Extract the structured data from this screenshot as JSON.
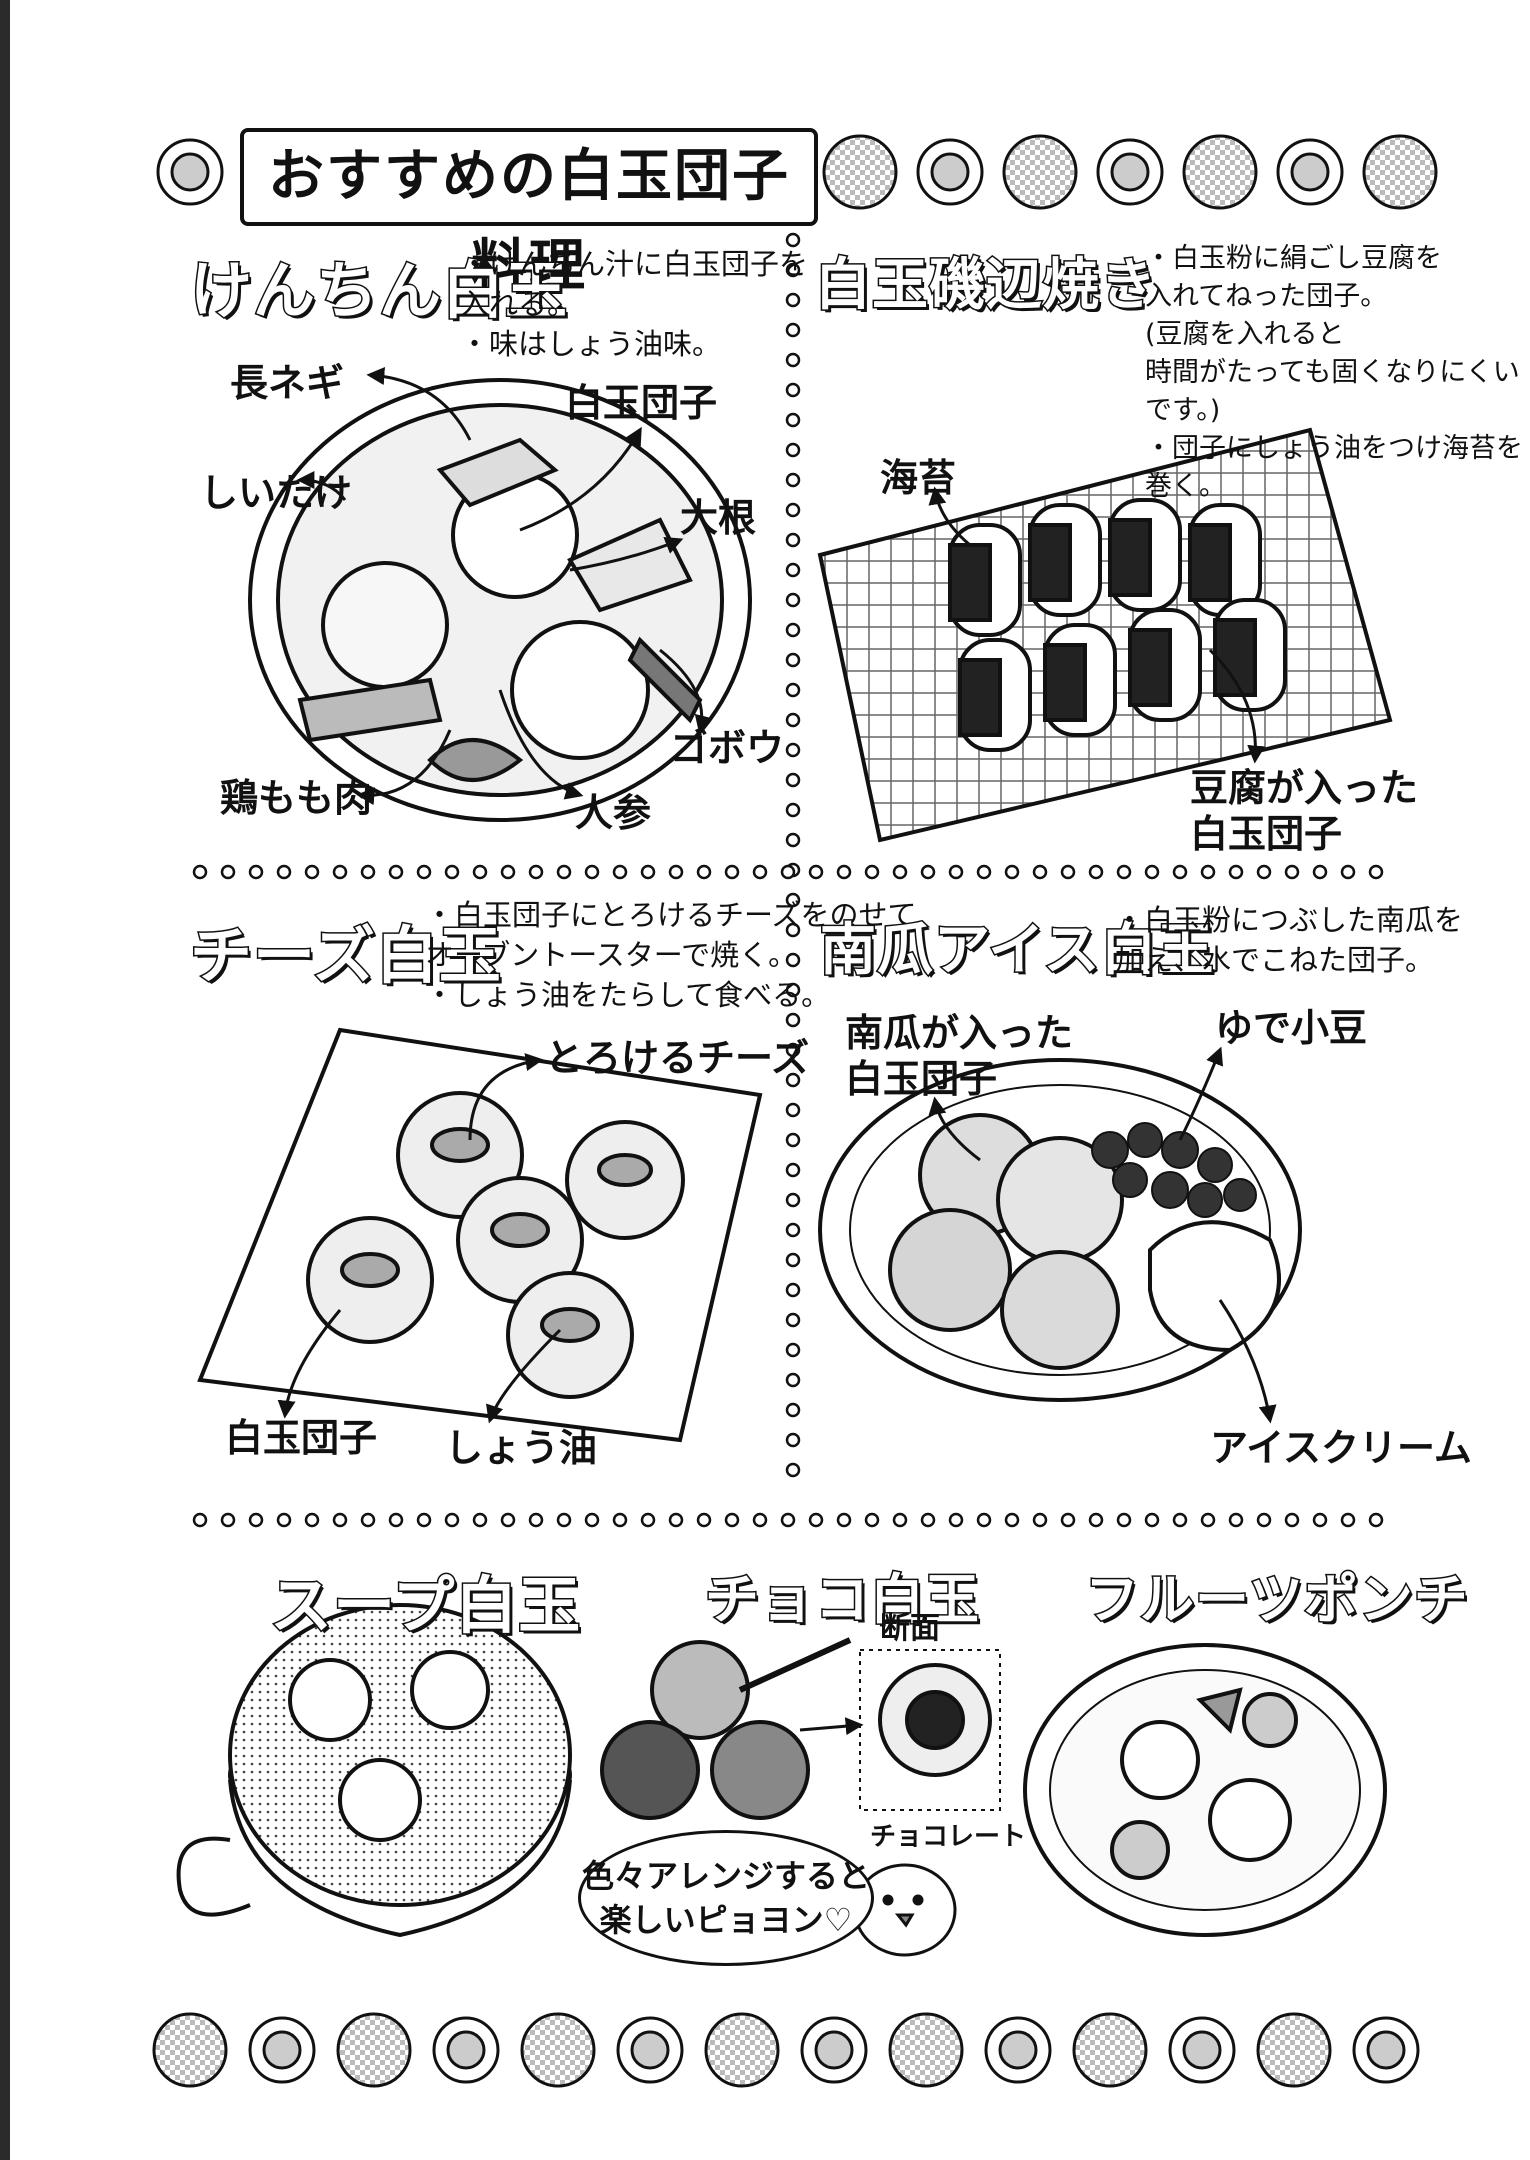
{
  "page_title": "おすすめの白玉団子料理",
  "sections": {
    "kenchin": {
      "title": "けんちん白玉",
      "notes": "・けんちん汁に白玉団子を\n入れる。\n・味はしょう油味。",
      "labels": {
        "negi": "長ネギ",
        "dango": "白玉団子",
        "shiitake": "しいたけ",
        "daikon": "大根",
        "gobou": "ゴボウ",
        "chicken": "鶏もも肉",
        "ninjin": "人参"
      }
    },
    "isobe": {
      "title": "白玉磯辺焼き",
      "notes": "・白玉粉に絹ごし豆腐を\n入れてねった団子。\n(豆腐を入れると\n時間がたっても固くなりにくいです。)\n・団子にしょう油をつけ海苔を巻く。",
      "labels": {
        "nori": "海苔",
        "tofu_dango": "豆腐が入った\n白玉団子"
      }
    },
    "cheese": {
      "title": "チーズ白玉",
      "notes": "・白玉団子にとろけるチーズをのせて\nオーブントースターで焼く。\n・しょう油をたらして食べる。",
      "labels": {
        "cheese": "とろけるチーズ",
        "dango": "白玉団子",
        "shoyu": "しょう油"
      }
    },
    "pumpkin": {
      "title": "南瓜アイス白玉",
      "notes": "・白玉粉につぶした南瓜を\n加え、水でこねた団子。",
      "labels": {
        "pumpkin_dango": "南瓜が入った\n白玉団子",
        "azuki": "ゆで小豆",
        "ice": "アイスクリーム"
      }
    },
    "soup": {
      "title": "スープ白玉"
    },
    "choco": {
      "title": "チョコ白玉",
      "labels": {
        "section": "断面",
        "chocolate": "チョコレート"
      }
    },
    "fruit": {
      "title": "フルーツポンチ"
    }
  },
  "speech_bubble": "色々アレンジすると\n楽しいピョヨン♡"
}
